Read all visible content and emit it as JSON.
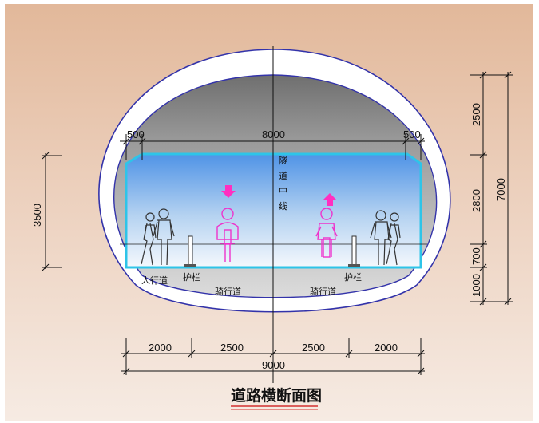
{
  "title": "道路横断面图",
  "top_dims": {
    "left_offset": "500",
    "total_width": "8000",
    "right_offset": "500"
  },
  "centerline_label": [
    "隧",
    "道",
    "中",
    "线"
  ],
  "left_height": "3500",
  "right_dims": {
    "d1": "2500",
    "d2": "2800",
    "d3": "700",
    "d4": "1000",
    "total": "7000"
  },
  "bottom_dims": {
    "d1": "2000",
    "d2": "2500",
    "d3": "2500",
    "d4": "2000",
    "total": "9000"
  },
  "zone_labels": {
    "sidewalk": "人行道",
    "rail_left": "护栏",
    "bike_left": "骑行道",
    "bike_right": "骑行道",
    "rail_right": "护栏"
  },
  "colors": {
    "clearance_frame": "#2ec4e8",
    "cyclist": "#ee33cc",
    "arrow": "#ff2fc0",
    "arch_outline": "#3333aa"
  },
  "icons": {
    "down_arrow": "down-arrow-icon",
    "up_arrow": "up-arrow-icon"
  }
}
